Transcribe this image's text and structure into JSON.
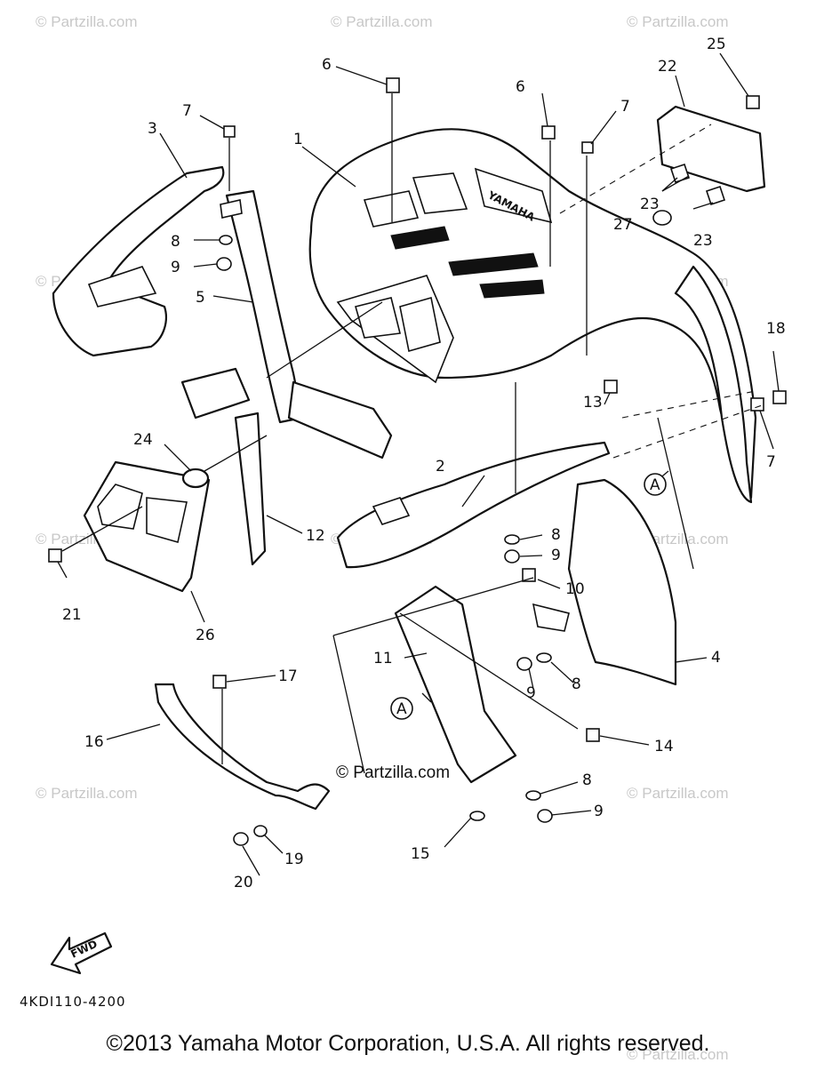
{
  "watermark_text": "© Partzilla.com",
  "center_watermark": "© Partzilla.com",
  "brand_on_part": "YAMAHA",
  "fwd_label": "FWD",
  "reference_letter": "A",
  "document_code": "4KDI110-4200",
  "copyright": "©2013 Yamaha Motor Corporation, U.S.A. All rights reserved.",
  "callouts": [
    "1",
    "2",
    "3",
    "4",
    "5",
    "6",
    "6",
    "7",
    "7",
    "7",
    "8",
    "8",
    "8",
    "8",
    "9",
    "9",
    "9",
    "9",
    "10",
    "11",
    "12",
    "13",
    "14",
    "15",
    "16",
    "17",
    "18",
    "19",
    "20",
    "21",
    "22",
    "23",
    "23",
    "24",
    "25",
    "26",
    "27"
  ]
}
